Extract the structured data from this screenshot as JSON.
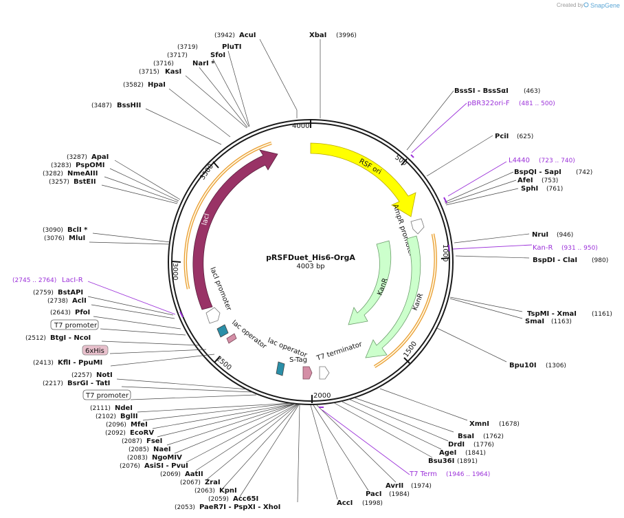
{
  "brand": {
    "created_by": "Created by",
    "name": "SnapGene"
  },
  "plasmid": {
    "name": "pRSFDuet_His6-OrgA",
    "length": "4003 bp"
  },
  "ticks": [
    "500",
    "1000",
    "1500",
    "2000",
    "2500",
    "3000",
    "3500",
    "4000"
  ],
  "features": {
    "rsf_ori": "RSF ori",
    "ampr_promoter": "AmpR promoter",
    "kanr_outer": "KanR",
    "kanr_inner": "KanR",
    "t7_terminator": "T7 terminator",
    "s_tag": "S-Tag",
    "lac_operator_1": "lac operator",
    "lac_operator_2": "lac operator",
    "laci_promoter": "lacI promoter",
    "laci": "lacI"
  },
  "enzymes": [
    {
      "name": "AcuI",
      "pos": "(3942)"
    },
    {
      "name": "XbaI",
      "pos": "(3996)"
    },
    {
      "name": "PluTI",
      "pos": "(3719)"
    },
    {
      "name": "SfoI",
      "pos": "(3717)"
    },
    {
      "name": "NarI *",
      "pos": "(3716)"
    },
    {
      "name": "KasI",
      "pos": "(3715)"
    },
    {
      "name": "HpaI",
      "pos": "(3582)"
    },
    {
      "name": "BssHII",
      "pos": "(3487)"
    },
    {
      "name": "ApaI",
      "pos": "(3287)"
    },
    {
      "name": "PspOMI",
      "pos": "(3283)"
    },
    {
      "name": "NmeAIII",
      "pos": "(3282)"
    },
    {
      "name": "BstEII",
      "pos": "(3257)"
    },
    {
      "name": "BclI *",
      "pos": "(3090)"
    },
    {
      "name": "MluI",
      "pos": "(3076)"
    },
    {
      "name": "BstAPI",
      "pos": "(2759)"
    },
    {
      "name": "AclI",
      "pos": "(2738)"
    },
    {
      "name": "PfoI",
      "pos": "(2643)"
    },
    {
      "name": "BtgI  - NcoI",
      "pos": "(2512)"
    },
    {
      "name": "KflI  - PpuMI",
      "pos": "(2413)"
    },
    {
      "name": "NotI",
      "pos": "(2257)"
    },
    {
      "name": "BsrGI  - TatI",
      "pos": "(2217)"
    },
    {
      "name": "NdeI",
      "pos": "(2111)"
    },
    {
      "name": "BglII",
      "pos": "(2102)"
    },
    {
      "name": "MfeI",
      "pos": "(2096)"
    },
    {
      "name": "EcoRV",
      "pos": "(2092)"
    },
    {
      "name": "FseI",
      "pos": "(2087)"
    },
    {
      "name": "NaeI",
      "pos": "(2085)"
    },
    {
      "name": "NgoMIV",
      "pos": "(2083)"
    },
    {
      "name": "AsiSI  - PvuI",
      "pos": "(2076)"
    },
    {
      "name": "AatII",
      "pos": "(2069)"
    },
    {
      "name": "ZraI",
      "pos": "(2067)"
    },
    {
      "name": "KpnI",
      "pos": "(2063)"
    },
    {
      "name": "Acc65I",
      "pos": "(2059)"
    },
    {
      "name": "PaeR7I  - PspXI  - XhoI",
      "pos": "(2053)"
    },
    {
      "name": "AccI",
      "pos": "(1998)"
    },
    {
      "name": "PacI",
      "pos": "(1984)"
    },
    {
      "name": "AvrII",
      "pos": "(1974)"
    },
    {
      "name": "Bsu36I",
      "pos": "(1891)"
    },
    {
      "name": "AgeI",
      "pos": "(1841)"
    },
    {
      "name": "DrdI",
      "pos": "(1776)"
    },
    {
      "name": "BsaI",
      "pos": "(1762)"
    },
    {
      "name": "XmnI",
      "pos": "(1678)"
    },
    {
      "name": "Bpu10I",
      "pos": "(1306)"
    },
    {
      "name": "SmaI",
      "pos": "(1163)"
    },
    {
      "name": "TspMI  - XmaI",
      "pos": "(1161)"
    },
    {
      "name": "BspDI  - ClaI",
      "pos": "(980)"
    },
    {
      "name": "NruI",
      "pos": "(946)"
    },
    {
      "name": "SphI",
      "pos": "(761)"
    },
    {
      "name": "AfeI",
      "pos": "(753)"
    },
    {
      "name": "BspQI  - SapI",
      "pos": "(742)"
    },
    {
      "name": "PciI",
      "pos": "(625)"
    },
    {
      "name": "BssSI  - BssSαI",
      "pos": "(463)"
    }
  ],
  "primers": [
    {
      "name": "pBR322ori-F",
      "pos": "(481 .. 500)"
    },
    {
      "name": "L4440",
      "pos": "(723 .. 740)"
    },
    {
      "name": "Kan-R",
      "pos": "(931 .. 950)"
    },
    {
      "name": "LacI-R",
      "pos": "(2745 .. 2764)"
    },
    {
      "name": "T7 Term",
      "pos": "(1946 .. 1964)"
    }
  ],
  "boxed": {
    "t7_promoter_1": "T7 promoter",
    "his6": "6xHis",
    "t7_promoter_2": "T7 promoter"
  }
}
